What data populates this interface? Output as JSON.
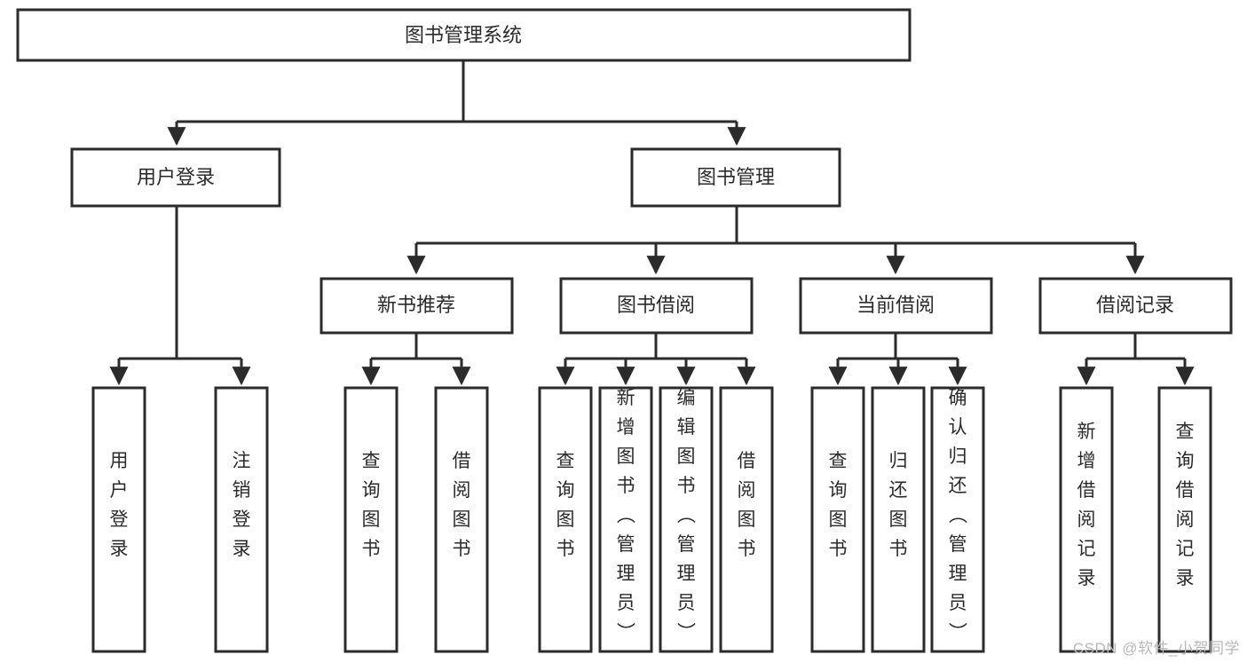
{
  "diagram": {
    "type": "tree",
    "title": "图书管理系统",
    "orientation": "top-down",
    "colors": {
      "box_fill": "#ffffff",
      "box_stroke": "#2b2b2b",
      "text": "#2b2b2b",
      "background": "#ffffff",
      "watermark": "#b8b8b8"
    },
    "root": {
      "label": "图书管理系统"
    },
    "level2": [
      {
        "label": "用户登录"
      },
      {
        "label": "图书管理"
      }
    ],
    "level3": [
      {
        "label": "新书推荐"
      },
      {
        "label": "图书借阅"
      },
      {
        "label": "当前借阅"
      },
      {
        "label": "借阅记录"
      }
    ],
    "leaves": {
      "user_login": [
        {
          "label": "用户登录"
        },
        {
          "label": "注销登录"
        }
      ],
      "new_book_recommend": [
        {
          "label": "查询图书"
        },
        {
          "label": "借阅图书"
        }
      ],
      "book_borrow": [
        {
          "label": "查询图书"
        },
        {
          "label": "新增图书（管理员）"
        },
        {
          "label": "编辑图书（管理员）"
        },
        {
          "label": "借阅图书"
        }
      ],
      "current_borrow": [
        {
          "label": "查询图书"
        },
        {
          "label": "归还图书"
        },
        {
          "label": "确认归还（管理员）"
        }
      ],
      "borrow_record": [
        {
          "label": "新增借阅记录"
        },
        {
          "label": "查询借阅记录"
        }
      ]
    }
  },
  "watermark": {
    "text": "CSDN @软件_小贺同学"
  }
}
